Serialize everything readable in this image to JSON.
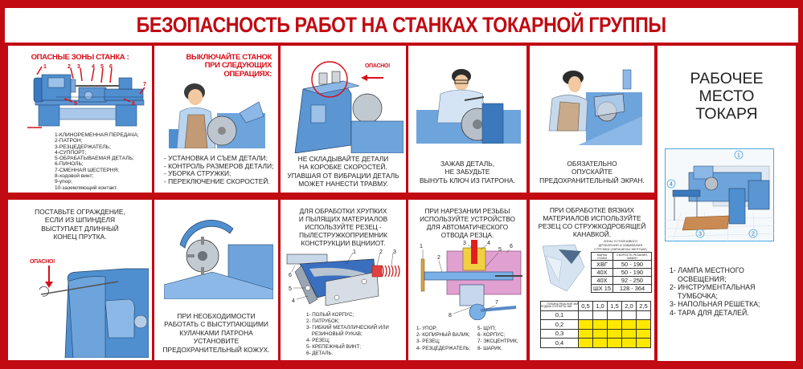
{
  "poster": {
    "title": "БЕЗОПАСНОСТЬ РАБОТ НА СТАНКАХ ТОКАРНОЙ ГРУППЫ",
    "colors": {
      "frame_red": "#c10a12",
      "heading_red": "#d8101a",
      "machine_blue": "#4f8fd0",
      "highlight_yellow": "#ffe800"
    }
  },
  "panels": {
    "danger_zones": {
      "heading": "ОПАСНЫЕ ЗОНЫ СТАНКА :",
      "callouts": [
        "1",
        "2",
        "3",
        "4",
        "5",
        "6",
        "7",
        "8",
        "9",
        "10"
      ],
      "legend": [
        "1-КЛИНОРЕМЕННАЯ ПЕРЕДАЧА;",
        "2-ПАТРОН;",
        "3-РЕЗЦЕДЕРЖАТЕЛЬ;",
        "4-СУППОРТ;",
        "5-ОБРАБАТЫВАЕМАЯ ДЕТАЛЬ;",
        "6-ПИНОЛЬ;",
        "7-СМЕННАЯ ШЕСТЕРНЯ;",
        "8-ходовой винт;",
        "9-упор;",
        "10-заземляющий контакт."
      ]
    },
    "switch_off": {
      "heading_lines": [
        "ВЫКЛЮЧАЙТЕ СТАНОК",
        "ПРИ СЛЕДУЮЩИХ",
        "ОПЕРАЦИЯХ:"
      ],
      "items": [
        "- УСТАНОВКА И СЪЕМ ДЕТАЛИ;",
        "- КОНТРОЛЬ РАЗМЕРОВ ДЕТАЛИ;",
        "- УБОРКА СТРУЖКИ;",
        "- ПЕРЕКЛЮЧЕНИЕ СКОРОСТЕЙ."
      ]
    },
    "gearbox": {
      "warning": "ОПАСНО!",
      "text_lines": [
        "НЕ СКЛАДЫВАЙТЕ ДЕТАЛИ",
        "НА КОРОБКЕ СКОРОСТЕЙ.",
        "УПАВШАЯ ОТ ВИБРАЦИИ ДЕТАЛЬ",
        "МОЖЕТ НАНЕСТИ ТРАВМУ."
      ]
    },
    "chuck_key": {
      "text_lines": [
        "ЗАЖАВ ДЕТАЛЬ,",
        "НЕ ЗАБУДЬТЕ",
        "ВЫНУТЬ КЛЮЧ ИЗ ПАТРОНА."
      ]
    },
    "screen": {
      "text_lines": [
        "ОБЯЗАТЕЛЬНО",
        "ОПУСКАЙТЕ",
        "ПРЕДОХРАНИТЕЛЬНЫЙ ЭКРАН."
      ]
    },
    "bar_guard": {
      "text_lines": [
        "ПОСТАВЬТЕ ОГРАЖДЕНИЕ,",
        "ЕСЛИ ИЗ ШПИНДЕЛЯ",
        "ВЫСТУПАЕТ ДЛИННЫЙ",
        "КОНЕЦ ПРУТКА."
      ],
      "warning": "ОПАСНО!"
    },
    "chuck_cover": {
      "text_lines": [
        "ПРИ НЕОБХОДИМОСТИ",
        "РАБОТАТЬ С ВЫСТУПАЮЩИМИ",
        "КУЛАЧКАМИ ПАТРОНА",
        "УСТАНОВИТЕ",
        "ПРЕДОХРАНИТЕЛЬНЫЙ КОЖУХ."
      ]
    },
    "dust_cutter": {
      "text_lines": [
        "ДЛЯ ОБРАБОТКИ ХРУПКИХ",
        "И ПЫЛЯЩИХ МАТЕРИАЛОВ",
        "ИСПОЛЬЗУЙТЕ РЕЗЕЦ -",
        "ПЫЛЕСТРУЖКОПРИЕМНИК",
        "КОНСТРУКЦИИ ВЦНИИОТ."
      ],
      "callouts": [
        "1",
        "2",
        "3",
        "4",
        "5",
        "6"
      ],
      "legend": [
        "1- ПОЛЫЙ КОРПУС;",
        "2- ПАТРУБОК;",
        "3- ГИБКИЙ МЕТАЛЛИЧЕСКИЙ ИЛИ",
        "    РЕЗИНОВЫЙ РУКАВ;",
        "4- РЕЗЕЦ;",
        "5- КРЕПЕЖНЫЙ ВИНТ;",
        "6- ДЕТАЛЬ."
      ]
    },
    "threading": {
      "text_lines": [
        "ПРИ НАРЕЗАНИИ РЕЗЬБЫ",
        "ИСПОЛЬЗУЙТЕ УСТРОЙСТВО",
        "ДЛЯ АВТОМАТИЧЕСКОГО",
        "ОТВОДА РЕЗЦА."
      ],
      "callouts": [
        "1",
        "2",
        "3",
        "4",
        "5",
        "6",
        "7",
        "8"
      ],
      "legend_left": [
        "1- УПОР;",
        "2- КОПИРНЫЙ ВАЛИК;",
        "3- РЕЗЕЦ;",
        "4- РЕЗЦЕДЕРЖАТЕЛЬ;"
      ],
      "legend_right": [
        "5- ЩУП;",
        "6- КОРПУС;",
        "7- ЭКСЦЕНТРИК;",
        "8- ШАРИК."
      ]
    },
    "chip_breaker": {
      "text_lines": [
        "ПРИ ОБРАБОТКЕ ВЯЗКИХ",
        "МАТЕРИАЛОВ ИСПОЛЬЗУЙТЕ",
        "РЕЗЕЦ СО СТРУЖКОДРОБЯЩЕЙ",
        "КАНАВКОЙ."
      ],
      "table_caption_lines": [
        "ЗОНЫ УСТОЙЧИВОГО",
        "ДРОБЛЕНИЯ И ЗАВИВАНИЯ",
        "СТРУЖКИ (ОКРАШЕНЫ ЖЕЛТЫМ)"
      ],
      "speed_table": {
        "headers": [
          "МАРКА СТАЛИ",
          "СКОРОСТЬ РЕЗАНИЯ, М/МИН"
        ],
        "rows": [
          [
            "ХВГ",
            "50 - 190"
          ],
          [
            "40Х",
            "50 - 190"
          ],
          [
            "40Х",
            "92 - 250"
          ],
          [
            "ШХ 15",
            "128 - 364"
          ]
        ]
      },
      "feed_table": {
        "corner_top": "ГЛУБИНА РЕЗА-НИЯ, ММ",
        "corner_bottom": "ПОДАЧА СУППОРТА, ММ",
        "depths": [
          "0,5",
          "1,0",
          "1,5",
          "2,0",
          "2,5"
        ],
        "feeds": [
          "0,1",
          "0,2",
          "0,3",
          "0,4"
        ],
        "highlighted_rows": [
          "0,2",
          "0,3",
          "0,4"
        ]
      }
    },
    "workplace": {
      "title_lines": [
        "РАБОЧЕЕ",
        "МЕСТО",
        "ТОКАРЯ"
      ],
      "callouts": [
        "1",
        "2",
        "3",
        "4"
      ],
      "legend": [
        {
          "num": "1-",
          "lines": [
            "ЛАМПА МЕСТНОГО",
            "ОСВЕЩЕНИЯ;"
          ]
        },
        {
          "num": "2-",
          "lines": [
            "ИНСТРУМЕНТАЛЬНАЯ",
            "ТУМБОЧКА;"
          ]
        },
        {
          "num": "3-",
          "lines": [
            "НАПОЛЬНАЯ РЕШЕТКА;"
          ]
        },
        {
          "num": "4-",
          "lines": [
            "ТАРА ДЛЯ ДЕТАЛЕЙ."
          ]
        }
      ]
    }
  }
}
